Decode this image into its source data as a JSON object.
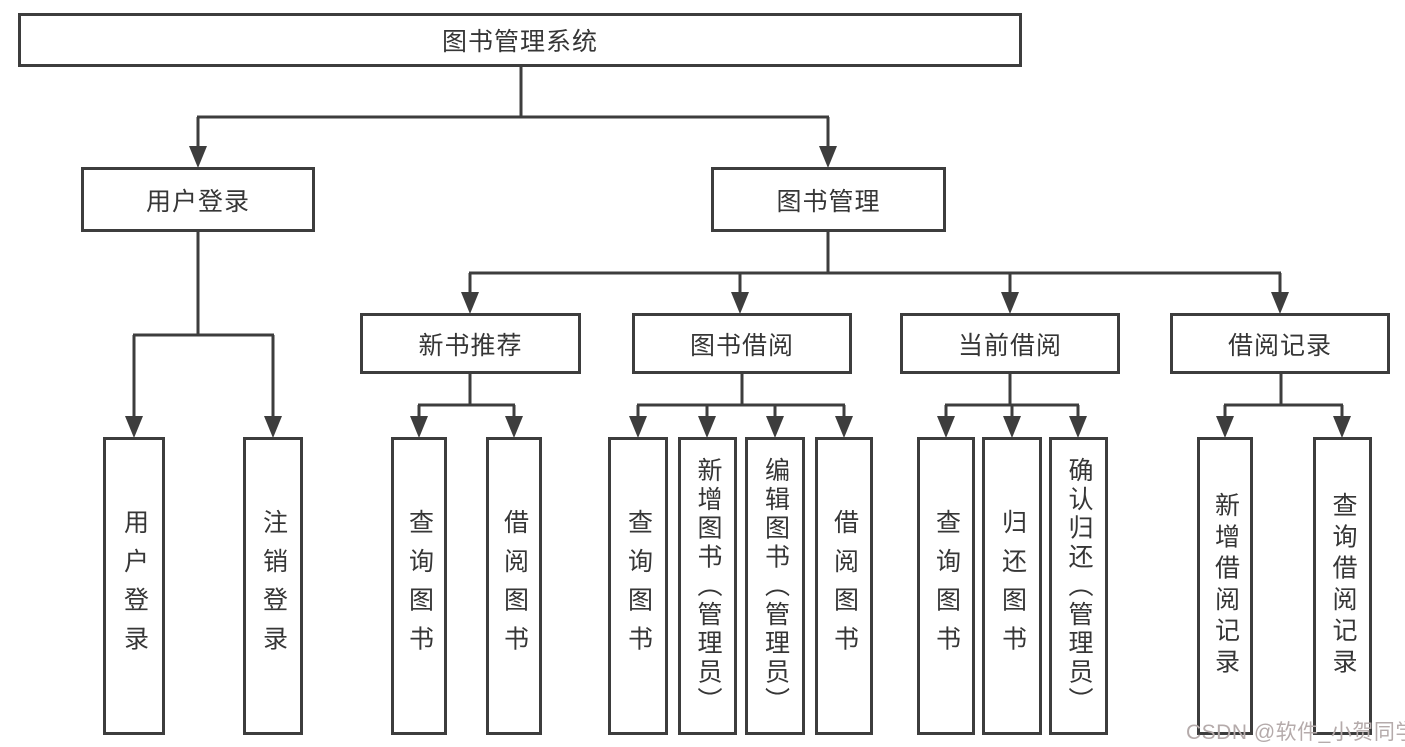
{
  "colors": {
    "line": "#3d3d3d",
    "box_background": "#ffffff",
    "text": "#363636",
    "watermark": "#b5abab"
  },
  "watermark": "CSDN @软件_小贺同学",
  "tree": {
    "root": "图书管理系统",
    "branches": [
      {
        "label": "用户登录",
        "children": [
          "用户登录",
          "注销登录"
        ]
      },
      {
        "label": "图书管理",
        "groups": [
          {
            "label": "新书推荐",
            "children": [
              "查询图书",
              "借阅图书"
            ]
          },
          {
            "label": "图书借阅",
            "children": [
              "查询图书",
              "新增图书（管理员）",
              "编辑图书（管理员）",
              "借阅图书"
            ]
          },
          {
            "label": "当前借阅",
            "children": [
              "查询图书",
              "归还图书",
              "确认归还（管理员）"
            ]
          },
          {
            "label": "借阅记录",
            "children": [
              "新增借阅记录",
              "查询借阅记录"
            ]
          }
        ]
      }
    ]
  }
}
